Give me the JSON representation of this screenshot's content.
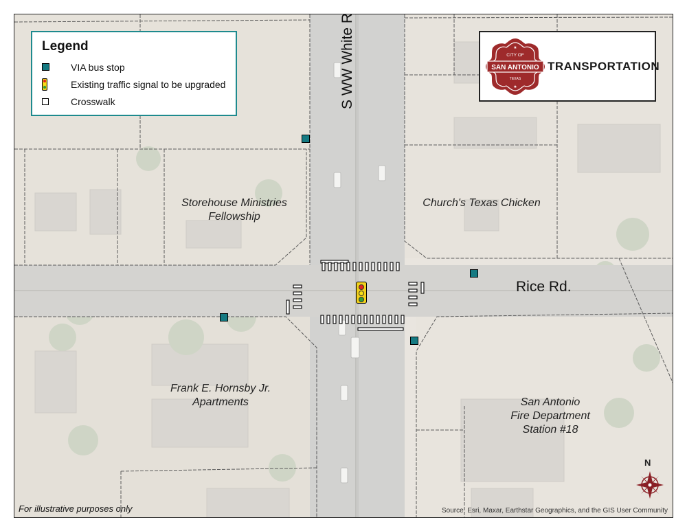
{
  "legend": {
    "title": "Legend",
    "items": [
      {
        "symbol": "bus-stop-square",
        "label": "VIA bus stop"
      },
      {
        "symbol": "traffic-signal",
        "label": "Existing traffic signal to be upgraded"
      },
      {
        "symbol": "crosswalk-square",
        "label": "Crosswalk"
      }
    ]
  },
  "logo": {
    "top_text": "CITY OF",
    "banner_text": "SAN ANTONIO",
    "bottom_text": "TEXAS",
    "department": "TRANSPORTATION",
    "badge_color": "#9e2a2b"
  },
  "streets": {
    "vertical": "S WW White Rd.",
    "horizontal": "Rice Rd."
  },
  "places": {
    "storehouse": [
      "Storehouse Ministries",
      "Fellowship"
    ],
    "churchs": [
      "Church's Texas Chicken"
    ],
    "hornsby": [
      "Frank E. Hornsby Jr.",
      "Apartments"
    ],
    "fire_station": [
      "San Antonio",
      "Fire Department",
      "Station #18"
    ]
  },
  "compass": {
    "north_label": "N"
  },
  "footer": {
    "disclaimer": "For illustrative purposes only",
    "source": "Source: Esri, Maxar, Earthstar Geographics, and the GIS User Community"
  },
  "colors": {
    "bus_stop": "#157a82",
    "legend_border": "#1e8a8e",
    "signal_body": "#f2d11c",
    "signal_red": "#e3261c",
    "signal_yellow": "#f7e018",
    "signal_green": "#2f9e3a",
    "compass": "#8a1f25"
  }
}
